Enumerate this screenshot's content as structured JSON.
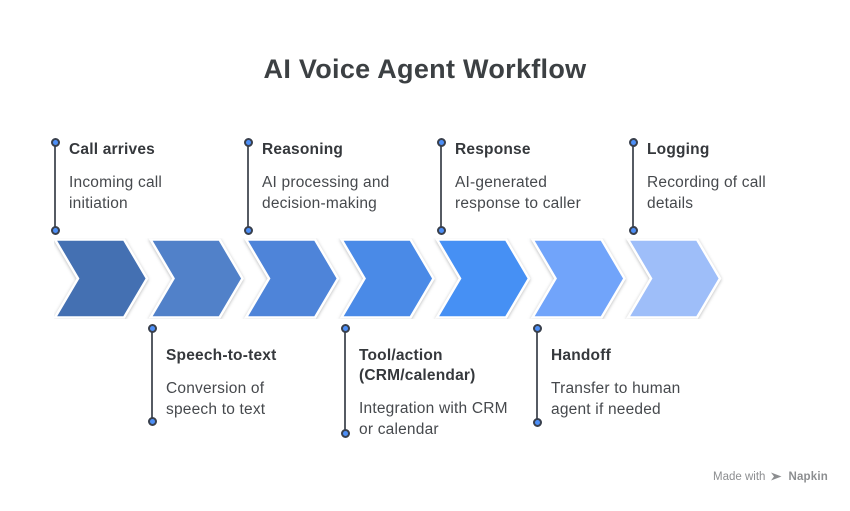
{
  "title": "AI Voice Agent Workflow",
  "steps": [
    {
      "name": "Call arrives",
      "description": "Incoming call initiation",
      "side": "top",
      "color": "#4470B2"
    },
    {
      "name": "Speech-to-text",
      "description": "Conversion of speech to text",
      "side": "bottom",
      "color": "#5181C9"
    },
    {
      "name": "Reasoning",
      "description": "AI processing and decision-making",
      "side": "top",
      "color": "#4E84D9"
    },
    {
      "name": "Tool/action (CRM/calendar)",
      "description": "Integration with CRM or calendar",
      "side": "bottom",
      "color": "#4A8AE7"
    },
    {
      "name": "Response",
      "description": "AI-generated response to caller",
      "side": "top",
      "color": "#4690F4"
    },
    {
      "name": "Handoff",
      "description": "Transfer to human agent if needed",
      "side": "bottom",
      "color": "#71A4FA"
    },
    {
      "name": "Logging",
      "description": "Recording of call details",
      "side": "top",
      "color": "#9EBEF9"
    }
  ],
  "watermark": {
    "prefix": "Made with",
    "brand": "Napkin"
  },
  "colors": {
    "background": "#FFFFFF",
    "title_text": "#3C4043",
    "step_name_text": "#35383C",
    "step_desc_text": "#46494D",
    "connector_line": "#565B63",
    "connector_dot": "#4D8FF7"
  }
}
